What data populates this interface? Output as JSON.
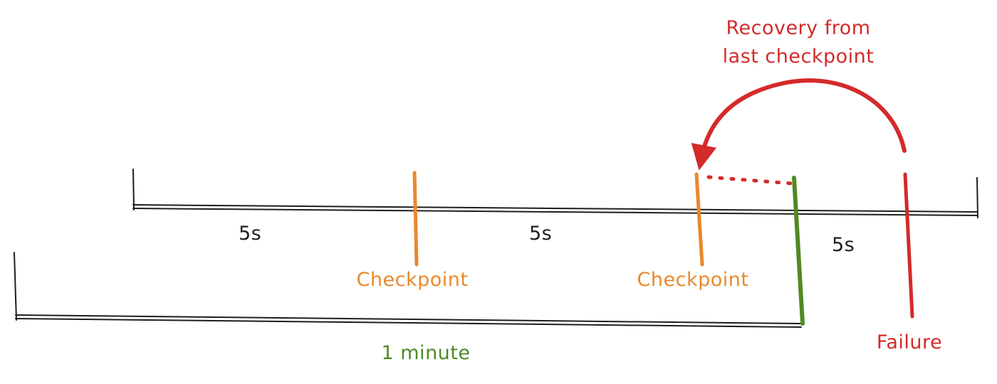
{
  "colors": {
    "ink": "#1e1e1e",
    "checkpoint": "#e8892b",
    "failure": "#d42a2a",
    "minute": "#4f8a22",
    "background": "#ffffff"
  },
  "labels": {
    "interval_1": "5s",
    "interval_2": "5s",
    "interval_3": "5s",
    "checkpoint_1": "Checkpoint",
    "checkpoint_2": "Checkpoint",
    "failure": "Failure",
    "minute": "1 minute",
    "recovery_line1": "Recovery from",
    "recovery_line2": "last checkpoint"
  },
  "icons": [
    "curved-arrow-icon"
  ]
}
